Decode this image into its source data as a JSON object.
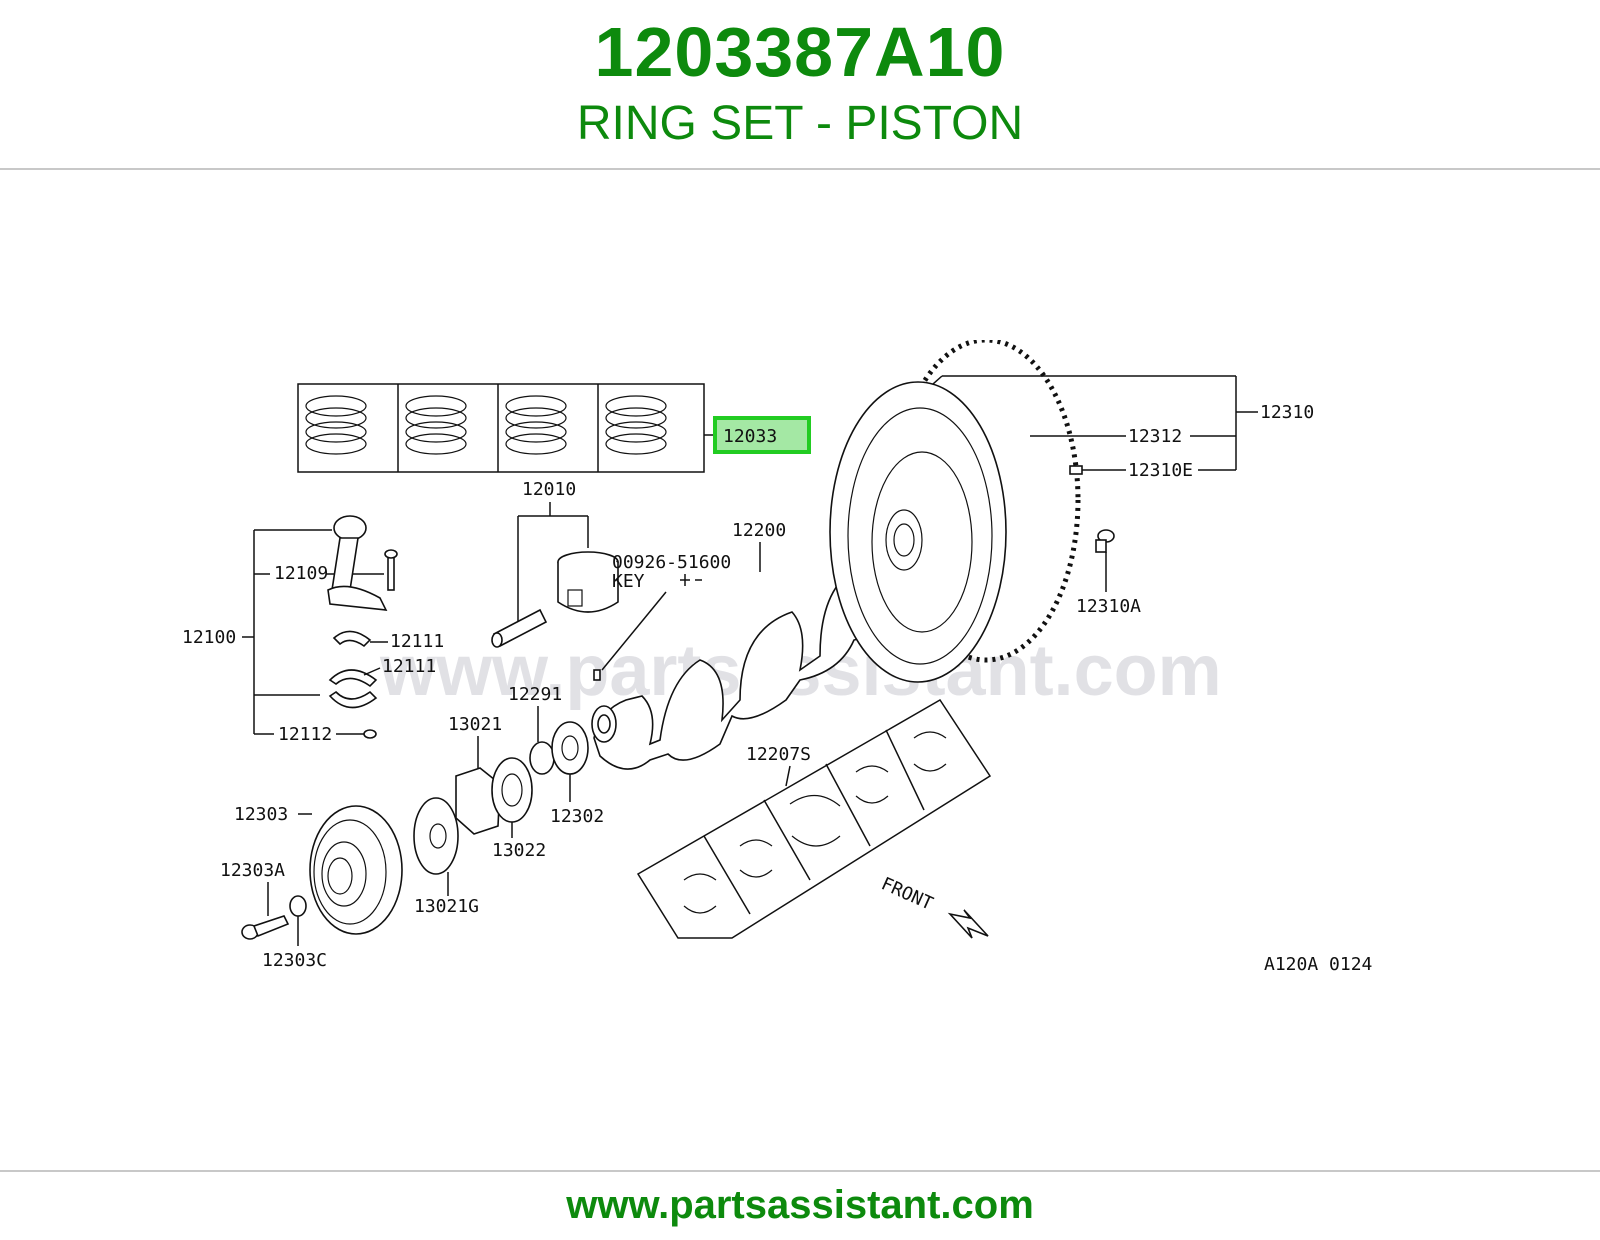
{
  "header": {
    "part_number": "1203387A10",
    "part_name": "RING SET - PISTON"
  },
  "footer": {
    "url": "www.partsassistant.com"
  },
  "diagram": {
    "watermark": "www.partsassistant.com",
    "figure_code": "A120A 0124",
    "highlight_color": "#a4e8a4",
    "highlight_border": "#22cc22",
    "callouts": {
      "c12033": "12033",
      "c12010": "12010",
      "c12200": "12200",
      "c12310": "12310",
      "c12312": "12312",
      "c12310E": "12310E",
      "c12310A": "12310A",
      "c00926": "00926-51600",
      "cKey": "KEY",
      "c12109": "12109",
      "c12100": "12100",
      "c12111a": "12111",
      "c12111b": "12111",
      "c12112": "12112",
      "c12291": "12291",
      "c13021": "13021",
      "c12207S": "12207S",
      "c12303": "12303",
      "c12302": "12302",
      "c13022": "13022",
      "c12303A": "12303A",
      "c13021G": "13021G",
      "c12303C": "12303C",
      "front": "FRONT"
    }
  }
}
